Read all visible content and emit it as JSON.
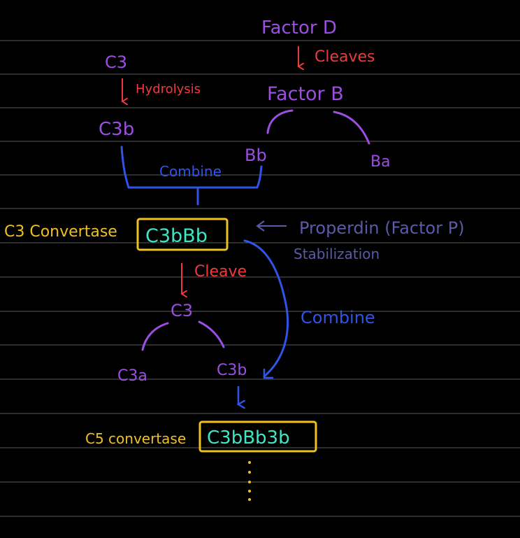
{
  "colors": {
    "background": "#000000",
    "rule": "#5a5a5a",
    "purple": "#9b4fe0",
    "red": "#f03a3a",
    "blue": "#2f54e6",
    "gold": "#f0c020",
    "cyan": "#3ee6c8",
    "slate": "#5a5aa8"
  },
  "labels": {
    "factor_d": "Factor D",
    "cleaves": "Cleaves",
    "factor_b": "Factor B",
    "c3_top": "C3",
    "hydrolysis": "Hydrolysis",
    "c3b_top": "C3b",
    "bb": "Bb",
    "ba": "Ba",
    "combine_top": "Combine",
    "c3_convertase": "C3 Convertase",
    "c3bbb": "C3bBb",
    "properdin": "Properdin (Factor P)",
    "stabilization": "Stabilization",
    "cleave": "Cleave",
    "c3_mid": "C3",
    "combine_right": "Combine",
    "c3a": "C3a",
    "c3b_low": "C3b",
    "c5_convertase": "C5 convertase",
    "c3bbb3b": "C3bBb3b"
  }
}
